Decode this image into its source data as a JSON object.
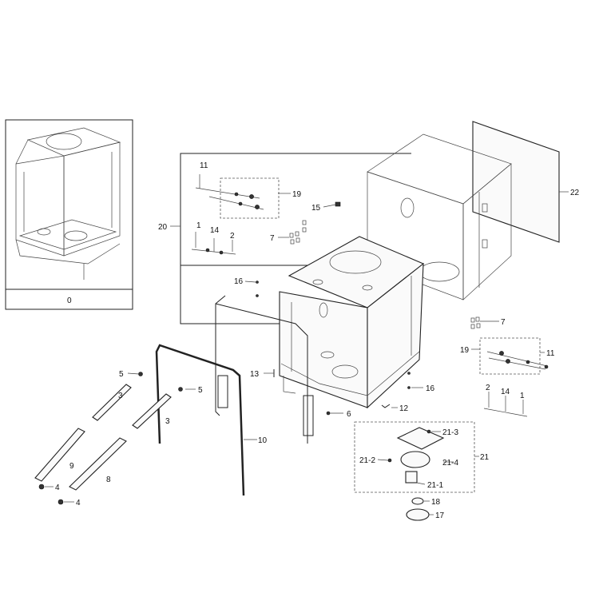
{
  "inset_label": "0",
  "callouts": {
    "c1a": "1",
    "c1b": "1",
    "c2a": "2",
    "c2b": "2",
    "c3a": "3",
    "c3b": "3",
    "c4a": "4",
    "c4b": "4",
    "c5a": "5",
    "c5b": "5",
    "c6": "6",
    "c7a": "7",
    "c7b": "7",
    "c8": "8",
    "c9": "9",
    "c10": "10",
    "c11a": "11",
    "c11b": "11",
    "c12": "12",
    "c13": "13",
    "c14a": "14",
    "c14b": "14",
    "c15": "15",
    "c16a": "16",
    "c16b": "16",
    "c17": "17",
    "c18": "18",
    "c19a": "19",
    "c19b": "19",
    "c20": "20",
    "c21": "21",
    "c22": "22",
    "c21_1": "21-1",
    "c21_2": "21-2",
    "c21_3": "21-3",
    "c21_4": "21-4"
  }
}
